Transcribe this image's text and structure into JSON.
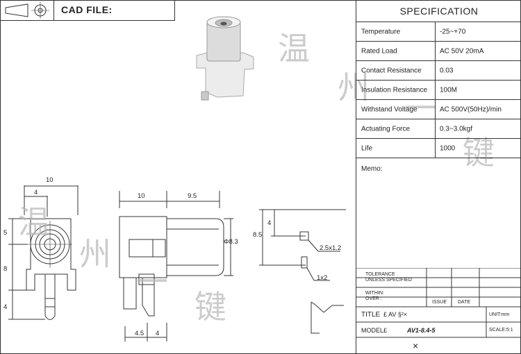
{
  "header": {
    "cad_label": "CAD FILE:"
  },
  "spec": {
    "title": "SPECIFICATION",
    "rows": [
      {
        "key": "Temperature",
        "value": "-25~+70"
      },
      {
        "key": "Rated Load",
        "value": "AC 50V 20mA"
      },
      {
        "key": "Contact Resistance",
        "value": "0.03"
      },
      {
        "key": "Insulation Resistance",
        "value": "100M"
      },
      {
        "key": "Withstand Voltage",
        "value": "AC 500V(50Hz)/min"
      },
      {
        "key": "Actuating Force",
        "value": "0.3~3.0kgf"
      },
      {
        "key": "Life",
        "value": "1000"
      }
    ],
    "memo_label": "Memo:"
  },
  "title_block": {
    "tolerance": "TOLERANCE",
    "unless": "UNLESS SPECIFIED",
    "within": "WITHIN:",
    "over": "OVER :",
    "issue": "ISSUE",
    "date": "DATE",
    "title_label": "TITLE",
    "title_value": "£ AV §²×",
    "unit": "UNIT:mm",
    "model_label": "MODEL£",
    "model_value": "AV1-8.4-5",
    "scale": "SCALE:5:1",
    "mark": "×"
  },
  "dims": {
    "front_width": "10",
    "front_offset": "4",
    "front_h1": "5",
    "front_h2": "8",
    "front_h3": "4",
    "side_w1": "10",
    "side_w2": "9.5",
    "side_dia": "Φ8.3",
    "side_b1": "4.5",
    "side_b2": "4",
    "pcb_h1": "8.5",
    "pcb_h2": "4",
    "pcb_hole1": "2.5x1.2",
    "pcb_hole2": "1x2"
  },
  "watermark": {
    "chars": [
      "温",
      "州",
      "一",
      "键"
    ]
  }
}
